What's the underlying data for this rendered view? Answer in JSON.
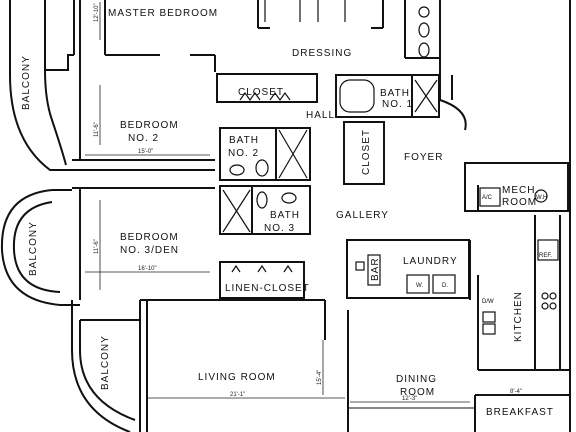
{
  "labels": {
    "master_bedroom": "MASTER BEDROOM",
    "dressing": "DRESSING",
    "balcony_upper": "BALCONY",
    "balcony_middle": "BALCONY",
    "balcony_lower": "BALCONY",
    "closet_top": "CLOSET",
    "hall": "HALL",
    "bath1_line1": "BATH",
    "bath1_line2": "NO. 1",
    "bedroom2_line1": "BEDROOM",
    "bedroom2_line2": "NO. 2",
    "bath2_line1": "BATH",
    "bath2_line2": "NO. 2",
    "closet_vertical": "CLOSET",
    "foyer": "FOYER",
    "bath3_line1": "BATH",
    "bath3_line2": "NO. 3",
    "gallery": "GALLERY",
    "mech_line1": "MECH.",
    "mech_line2": "ROOM",
    "ac": "A/C",
    "wh": "W.H",
    "bedroom3_line1": "BEDROOM",
    "bedroom3_line2": "NO. 3/DEN",
    "bar": "BAR",
    "laundry": "LAUNDRY",
    "washer": "W.",
    "dryer": "D.",
    "ref": "REF.",
    "dw": "D/W",
    "kitchen": "KITCHEN",
    "linen_closet": "LINEN-CLOSET",
    "living_room": "LIVING ROOM",
    "dining_line1": "DINING",
    "dining_line2": "ROOM",
    "breakfast": "BREAKFAST"
  },
  "dimensions": {
    "master_width": "12'-10\"",
    "bedroom2_height": "11'-6\"",
    "bedroom2_width": "15'-0\"",
    "bedroom3_height": "11'-6\"",
    "bedroom3_width": "16'-10\"",
    "living_depth": "15'-4\"",
    "living_width": "21'-1\"",
    "dining_width": "12'-3\"",
    "breakfast_width": "8'-4\""
  }
}
